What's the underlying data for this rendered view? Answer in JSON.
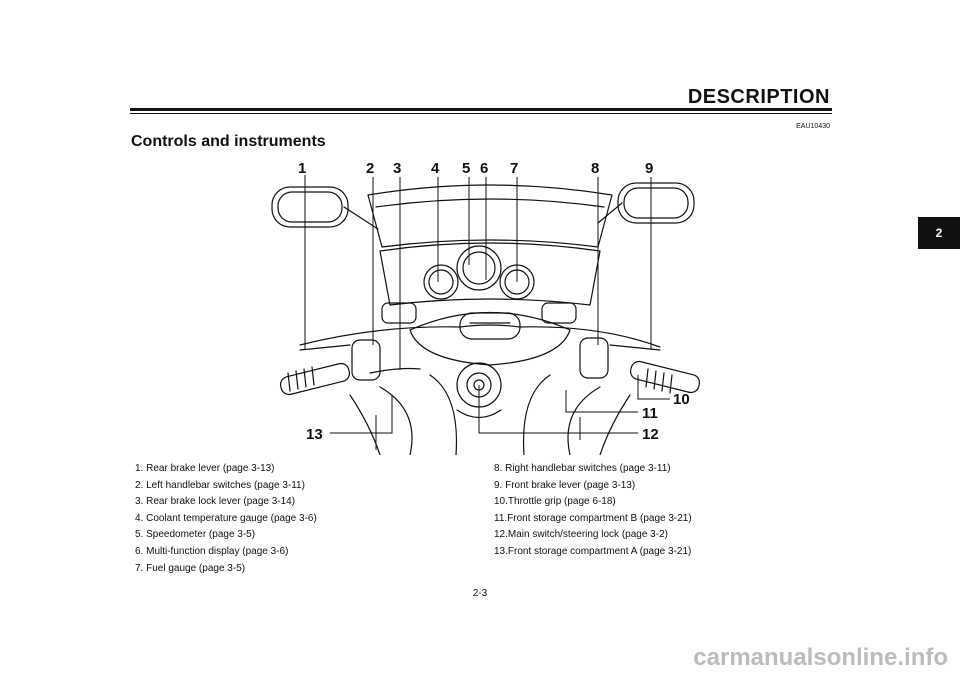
{
  "header": {
    "title": "DESCRIPTION",
    "code": "EAU10430",
    "chapter_tab": "2"
  },
  "section": {
    "title": "Controls and instruments"
  },
  "callouts": [
    "1",
    "2",
    "3",
    "4",
    "5",
    "6",
    "7",
    "8",
    "9",
    "10",
    "11",
    "12",
    "13"
  ],
  "legend": {
    "left": [
      "1.  Rear brake lever (page 3-13)",
      "2.  Left handlebar switches (page 3-11)",
      "3.  Rear brake lock lever (page 3-14)",
      "4.  Coolant temperature gauge (page 3-6)",
      "5.  Speedometer (page 3-5)",
      "6.  Multi-function display (page 3-6)",
      "7.  Fuel gauge (page 3-5)"
    ],
    "right": [
      "8.  Right handlebar switches (page 3-11)",
      "9.  Front brake lever (page 3-13)",
      "10.Throttle grip (page 6-18)",
      "11.Front storage compartment B (page 3-21)",
      "12.Main switch/steering lock (page 3-2)",
      "13.Front storage compartment A (page 3-21)"
    ]
  },
  "footer": {
    "page_number": "2-3"
  },
  "watermark": "carmanualsonline.info"
}
